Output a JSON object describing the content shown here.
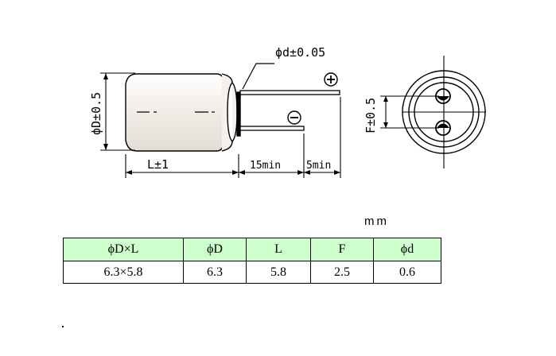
{
  "drawing": {
    "dim_lead_dia": "ϕd±0.05",
    "dim_body_dia": "ϕD±0.5",
    "dim_length": "L±1",
    "dim_lead_15": "15min",
    "dim_lead_5": "5min",
    "dim_pitch": "F±0.5",
    "plus_symbol": "+",
    "minus_symbol": "−",
    "colors": {
      "body_fill": "#f0ece6",
      "line": "#000000"
    }
  },
  "units_label": "mm",
  "table": {
    "header_bg": "#ccffcc",
    "headers": [
      "ϕD×L",
      "ϕD",
      "L",
      "F",
      "ϕd"
    ],
    "row": [
      "6.3×5.8",
      "6.3",
      "5.8",
      "2.5",
      "0.6"
    ]
  }
}
